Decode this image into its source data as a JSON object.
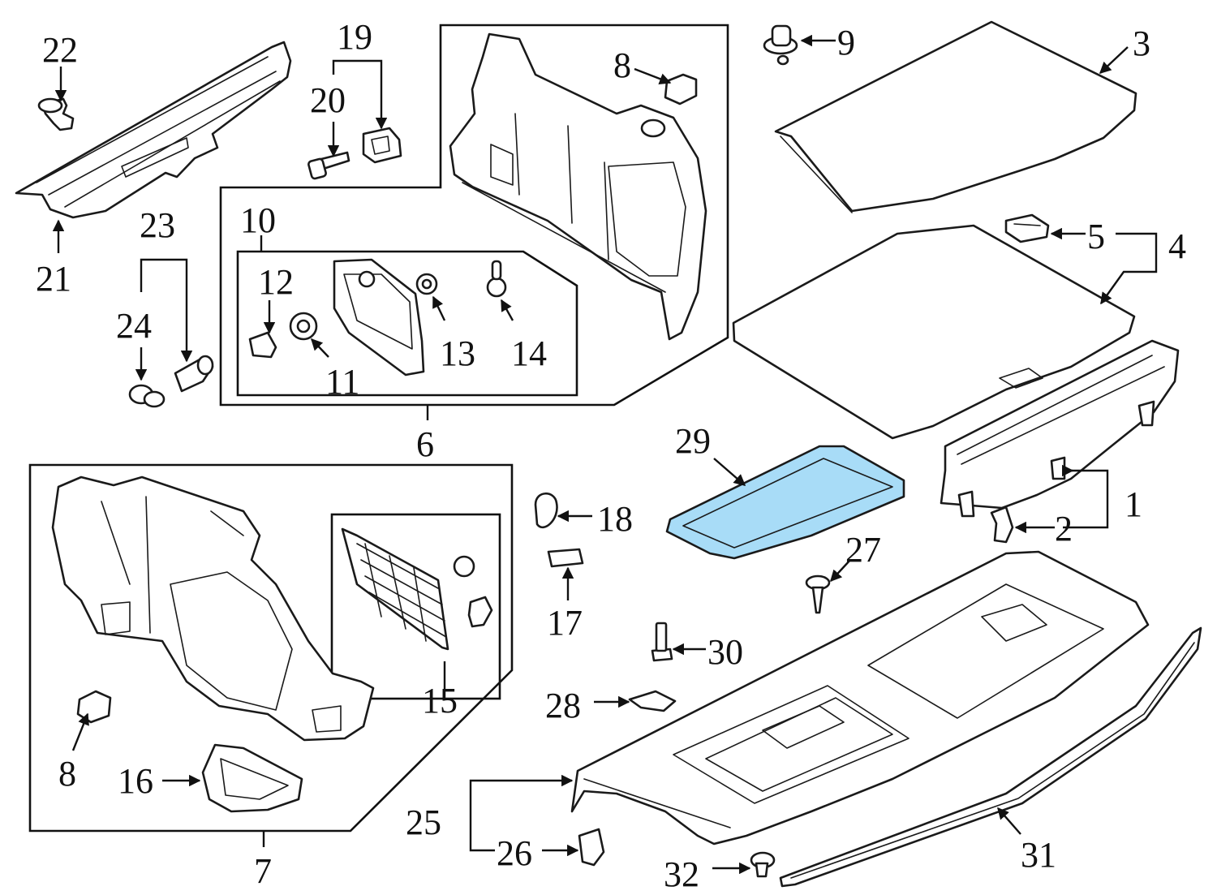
{
  "diagram": {
    "callouts": [
      {
        "id": "c1",
        "text": "1"
      },
      {
        "id": "c2",
        "text": "2"
      },
      {
        "id": "c3",
        "text": "3"
      },
      {
        "id": "c4",
        "text": "4"
      },
      {
        "id": "c5",
        "text": "5"
      },
      {
        "id": "c6",
        "text": "6"
      },
      {
        "id": "c7",
        "text": "7"
      },
      {
        "id": "c8a",
        "text": "8"
      },
      {
        "id": "c8b",
        "text": "8"
      },
      {
        "id": "c9",
        "text": "9"
      },
      {
        "id": "c10",
        "text": "10"
      },
      {
        "id": "c11",
        "text": "11"
      },
      {
        "id": "c12",
        "text": "12"
      },
      {
        "id": "c13",
        "text": "13"
      },
      {
        "id": "c14",
        "text": "14"
      },
      {
        "id": "c15",
        "text": "15"
      },
      {
        "id": "c16",
        "text": "16"
      },
      {
        "id": "c17",
        "text": "17"
      },
      {
        "id": "c18",
        "text": "18"
      },
      {
        "id": "c19",
        "text": "19"
      },
      {
        "id": "c20",
        "text": "20"
      },
      {
        "id": "c21",
        "text": "21"
      },
      {
        "id": "c22",
        "text": "22"
      },
      {
        "id": "c23",
        "text": "23"
      },
      {
        "id": "c24",
        "text": "24"
      },
      {
        "id": "c25",
        "text": "25"
      },
      {
        "id": "c26",
        "text": "26"
      },
      {
        "id": "c27",
        "text": "27"
      },
      {
        "id": "c28",
        "text": "28"
      },
      {
        "id": "c29",
        "text": "29"
      },
      {
        "id": "c30",
        "text": "30"
      },
      {
        "id": "c31",
        "text": "31"
      },
      {
        "id": "c32",
        "text": "32"
      }
    ],
    "colors": {
      "line": "#1a1a1a",
      "highlight_fill": "#a8dcf7",
      "highlight_stroke": "#1a1a1a",
      "background": "#ffffff"
    },
    "highlighted_part": "29"
  }
}
